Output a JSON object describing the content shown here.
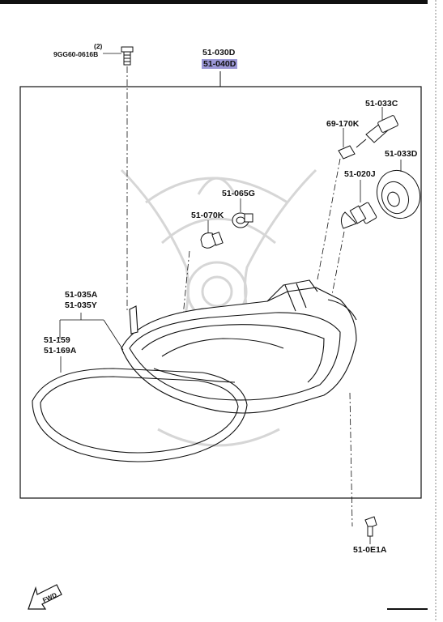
{
  "parts": {
    "bolt_qty": "(2)",
    "bolt": "9GG60-0616B",
    "headlamp_a": "51-030D",
    "headlamp_b": "51-040D",
    "socket_c": "51-033C",
    "clip": "69-170K",
    "cover_d": "51-033D",
    "bulb_main": "51-020J",
    "socket_g": "51-065G",
    "bulb_small": "51-070K",
    "gasket_a": "51-035A",
    "gasket_y": "51-035Y",
    "lens_a": "51-159",
    "lens_b": "51-169A",
    "screw": "51-0E1A"
  },
  "fwd_label": "FWD",
  "colors": {
    "highlight": "#9b97d6",
    "line": "#111111",
    "watermark": "#d8d8d8"
  }
}
